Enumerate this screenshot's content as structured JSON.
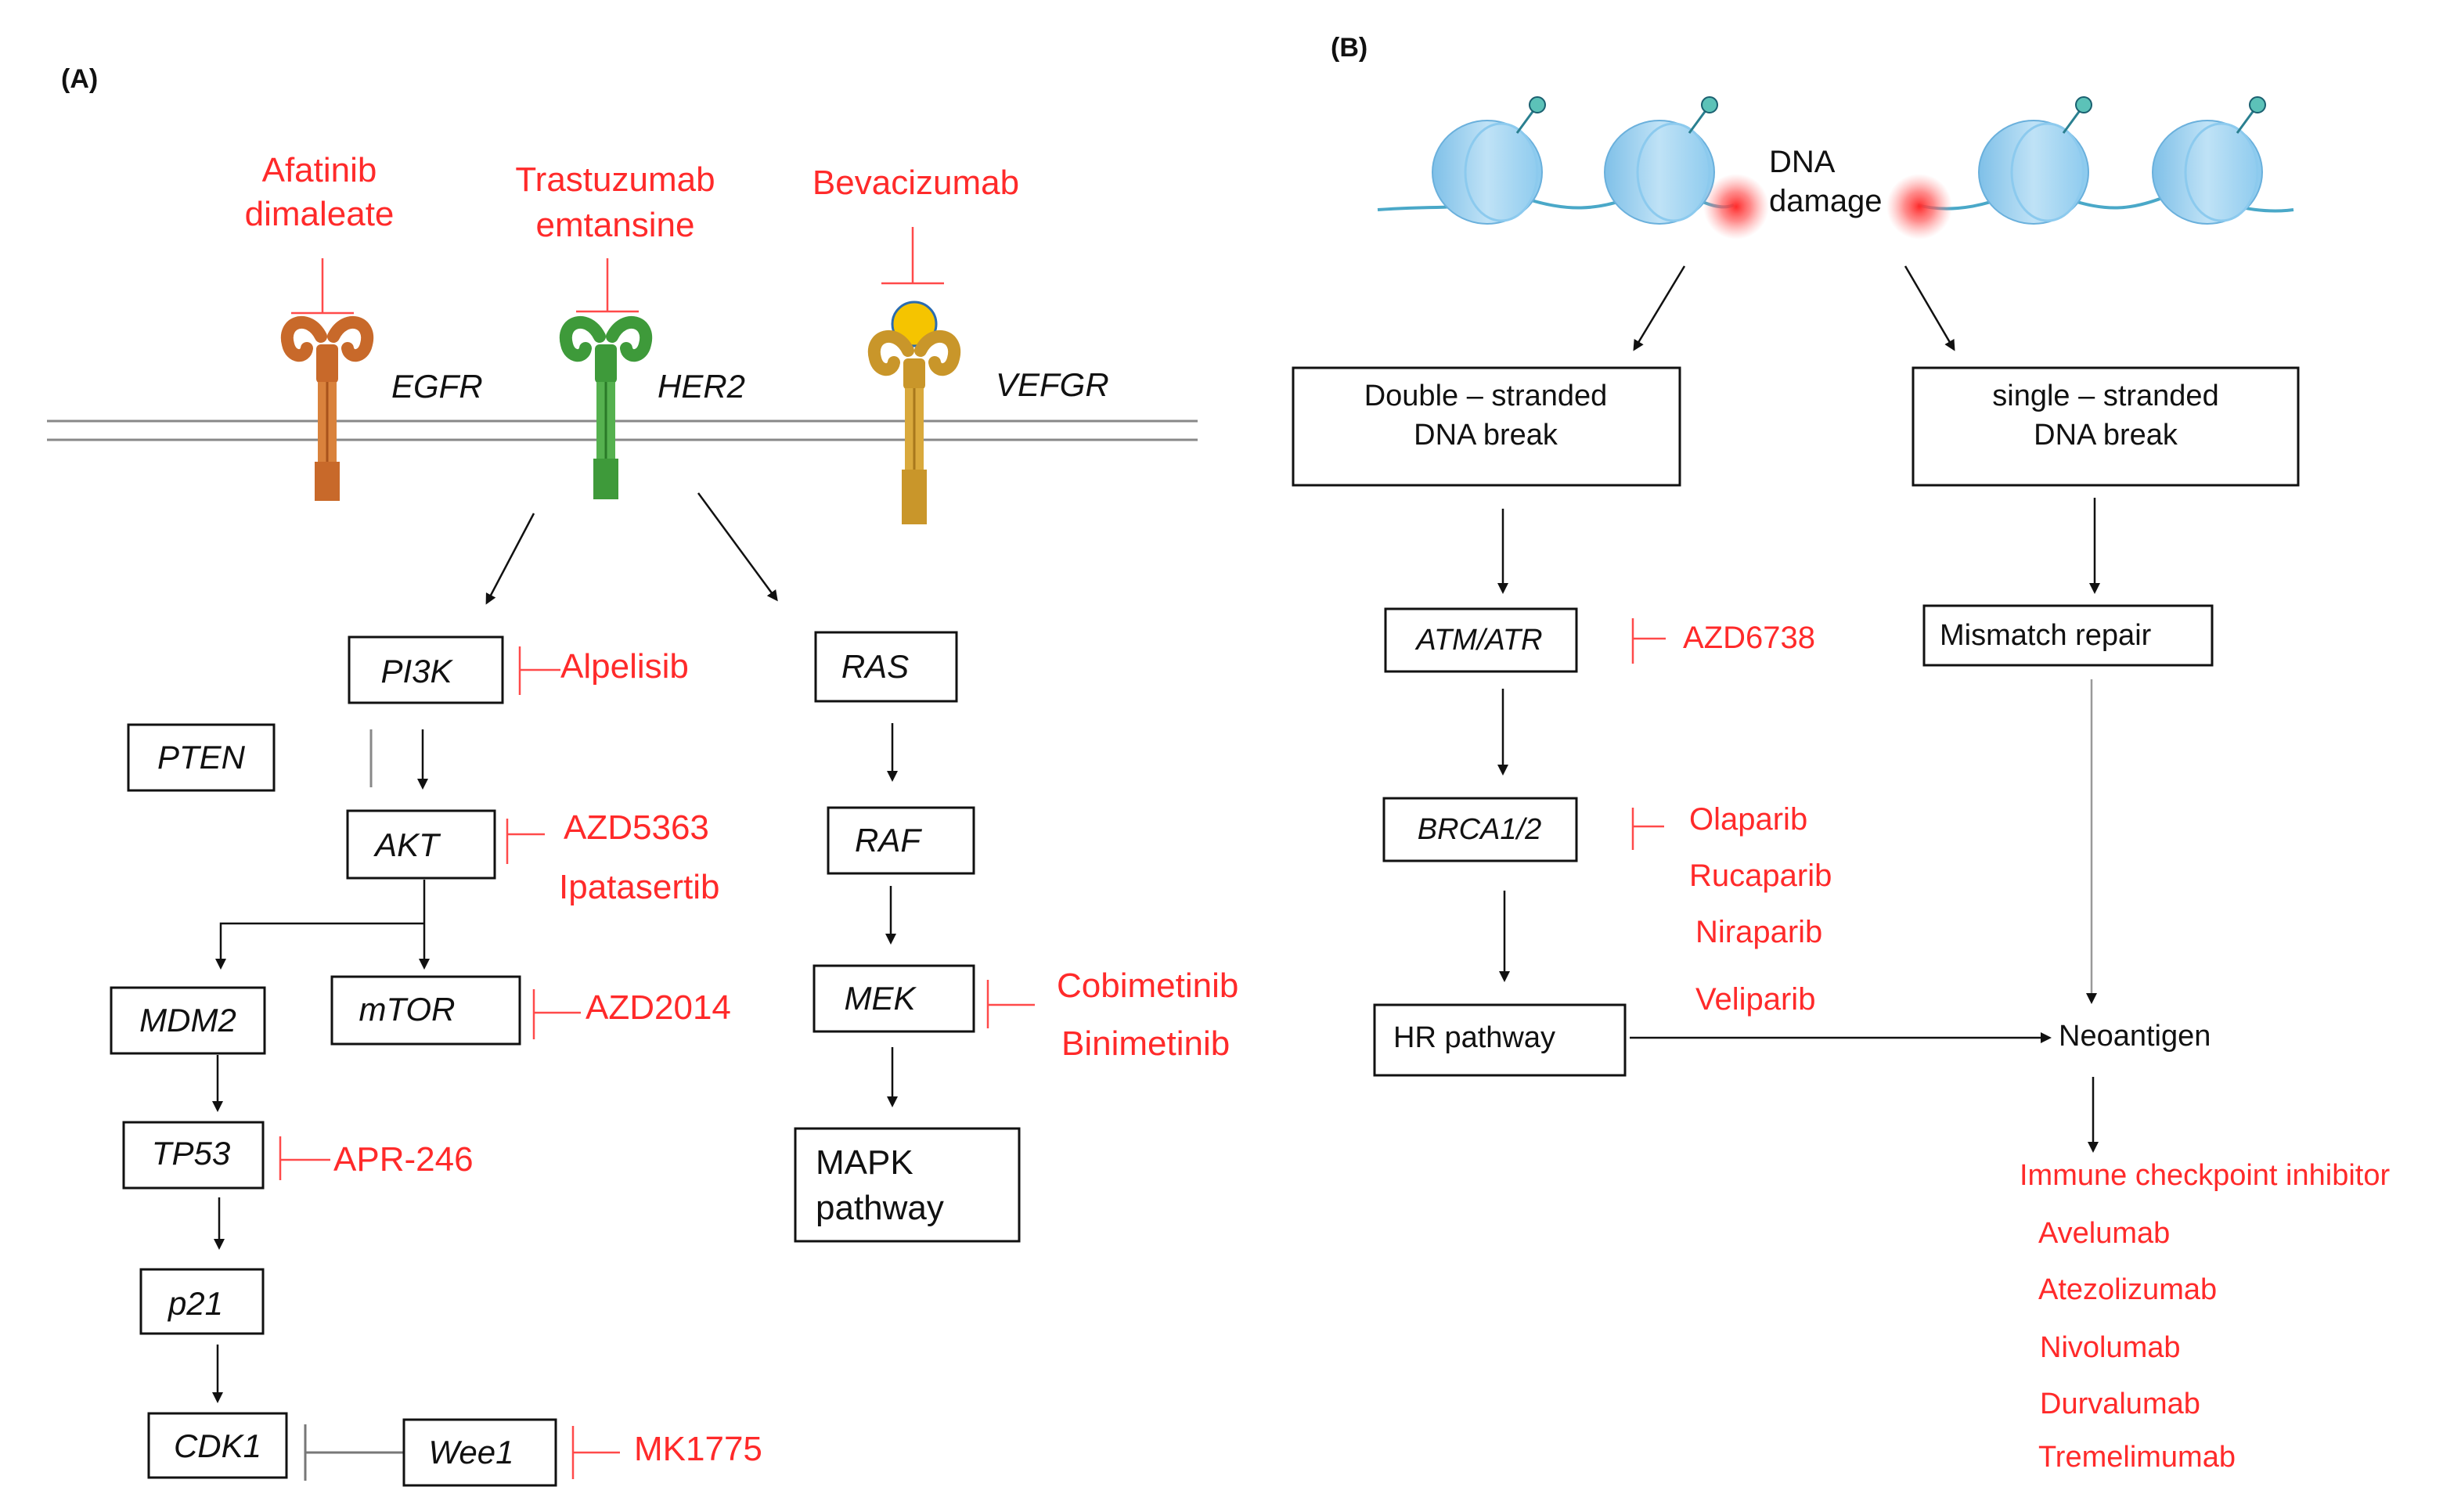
{
  "panel_a": {
    "label": "(A)",
    "receptors": {
      "egfr": "EGFR",
      "her2": "HER2",
      "vefgr": "VEFGR"
    },
    "receptor_drugs": {
      "egfr": [
        "Afatinib",
        "dimaleate"
      ],
      "her2": [
        "Trastuzumab",
        "emtansine"
      ],
      "vefgr": [
        "Bevacizumab"
      ]
    },
    "nodes": {
      "pi3k": "PI3K",
      "pten": "PTEN",
      "akt": "AKT",
      "mdm2": "MDM2",
      "mtor": "mTOR",
      "tp53": "TP53",
      "p21": "p21",
      "cdk1": "CDK1",
      "wee1": "Wee1",
      "ras": "RAS",
      "raf": "RAF",
      "mek": "MEK",
      "mapk": [
        "MAPK",
        "pathway"
      ]
    },
    "drugs": {
      "pi3k": "Alpelisib",
      "akt": [
        "AZD5363",
        "Ipatasertib"
      ],
      "mtor": "AZD2014",
      "tp53": "APR-246",
      "wee1": "MK1775",
      "mek": [
        "Cobimetinib",
        "Binimetinib"
      ]
    }
  },
  "panel_b": {
    "label": "(B)",
    "dna_damage": [
      "DNA",
      "damage"
    ],
    "nodes": {
      "dsb": [
        "Double – stranded",
        "DNA break"
      ],
      "ssb": [
        "single – stranded",
        "DNA break"
      ],
      "atm": "ATM/ATR",
      "brca": "BRCA1/2",
      "hr": "HR pathway",
      "mmr": "Mismatch repair",
      "neoantigen": "Neoantigen"
    },
    "drugs": {
      "atm": "AZD6738",
      "brca": [
        "Olaparib",
        "Rucaparib",
        "Niraparib",
        "Veliparib"
      ],
      "checkpoint_title": "Immune checkpoint inhibitor",
      "checkpoint": [
        "Avelumab",
        "Atezolizumab",
        "Nivolumab",
        "Durvalumab",
        "Tremelimumab"
      ]
    }
  },
  "colors": {
    "drug": "#ff2a2a",
    "egfr": "#c8692a",
    "her2": "#3e9a3a",
    "vefgr": "#c9962a",
    "ligand": "#f5c400",
    "nucleosome": "#a9d6f0",
    "dna_strand": "#4aa8c8",
    "damage": "#ff3b3b"
  }
}
